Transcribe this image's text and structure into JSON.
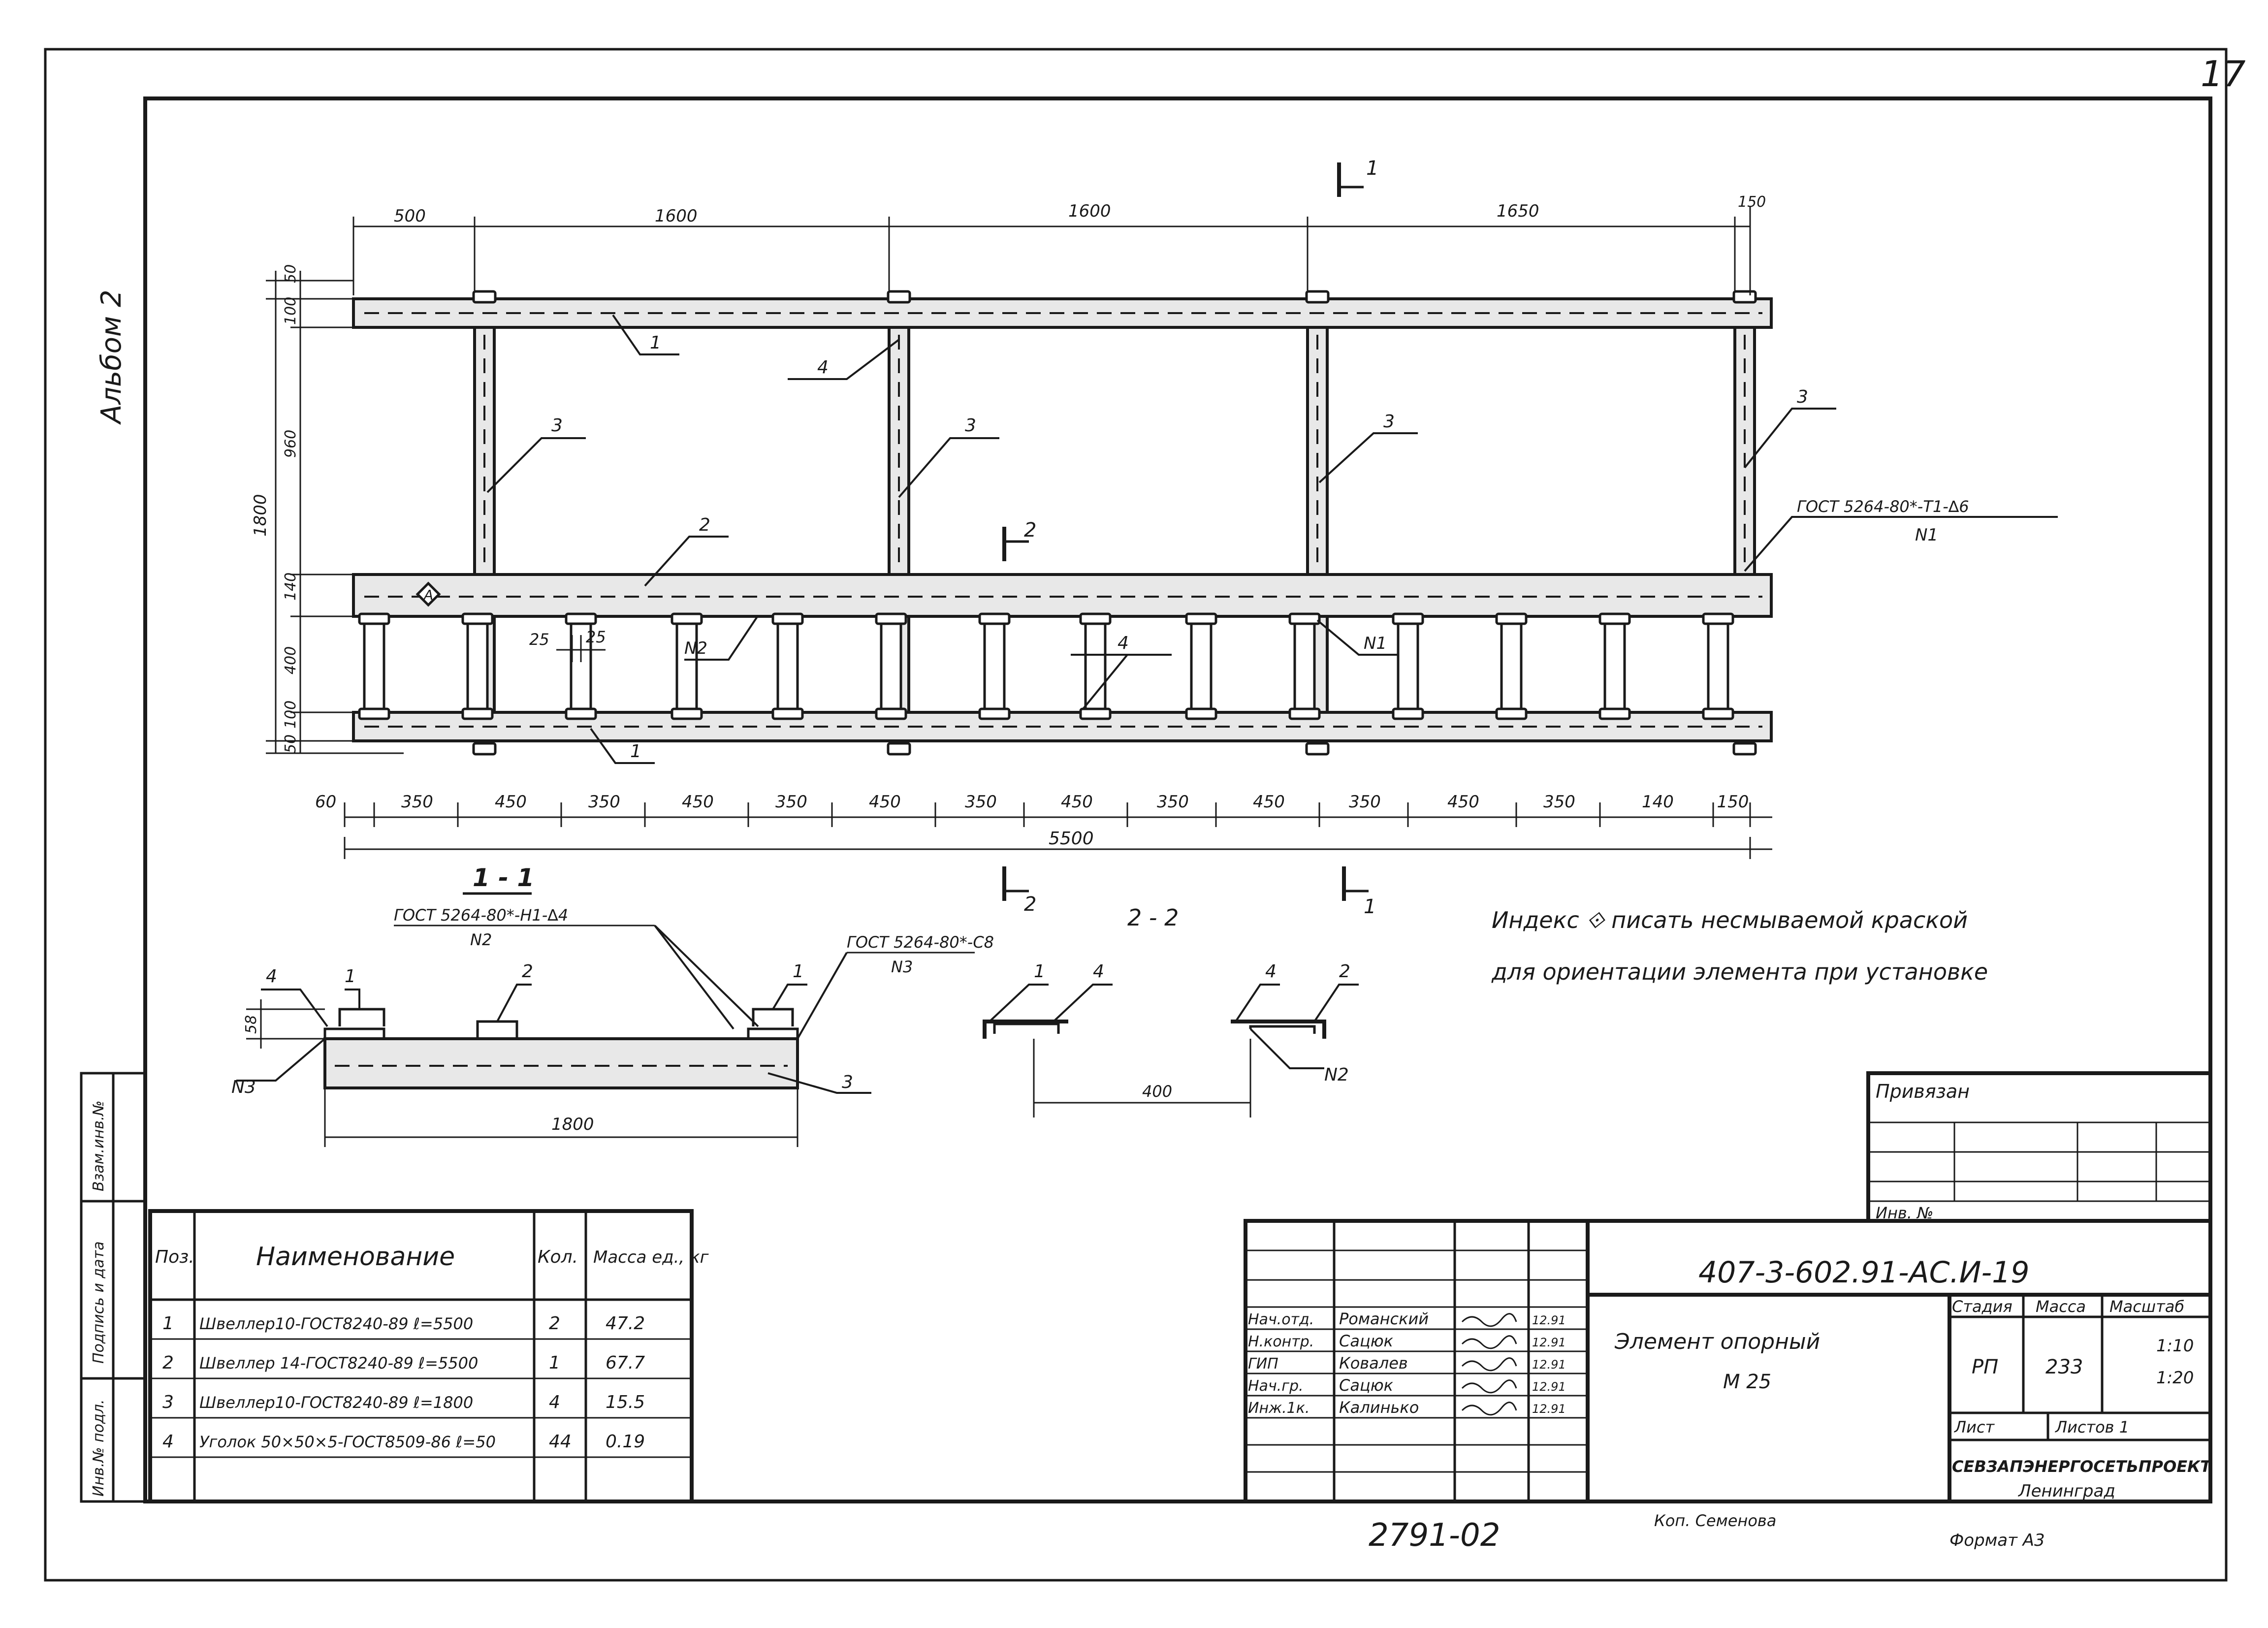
{
  "page": {
    "sheet_number": "17",
    "album": "Альбом 2",
    "drawing_number": "407-3-602.91-АС.И-19",
    "bottom_number": "2791-02",
    "copied_by": "Коп. Семенова",
    "format": "Формат А3"
  },
  "plan": {
    "top_dims": [
      "500",
      "1600",
      "1600",
      "1650",
      "150"
    ],
    "left_dims": [
      "50",
      "100",
      "960",
      "140",
      "400",
      "100",
      "50"
    ],
    "overall_height": "1800",
    "bottom_dims": [
      "60",
      "350",
      "450",
      "350",
      "450",
      "350",
      "450",
      "350",
      "450",
      "350",
      "450",
      "350",
      "450",
      "350",
      "140",
      "150"
    ],
    "overall_length": "5500",
    "gap_dims": [
      "25",
      "25"
    ],
    "callouts": [
      "1",
      "4",
      "3",
      "3",
      "3",
      "3",
      "2",
      "4",
      "1"
    ],
    "weld_note_top": "ГОСТ 5264-80*-Т1-∆6",
    "weld_note_bottom": "N1",
    "n1_label": "N1",
    "n2_label": "N2",
    "section_markers": [
      "1",
      "2",
      "2",
      "1"
    ]
  },
  "section_1_1": {
    "title": "1 - 1",
    "weld_left_top": "ГОСТ 5264-80*-Н1-∆4",
    "weld_left_bottom": "N2",
    "weld_right_top": "ГОСТ 5264-80*-С8",
    "weld_right_bottom": "N3",
    "callouts": [
      "4",
      "1",
      "2",
      "1",
      "3"
    ],
    "n3_label": "N3",
    "height_dim": "58",
    "width_dim": "1800"
  },
  "section_2_2": {
    "title": "2 - 2",
    "callouts": [
      "1",
      "4",
      "4",
      "2"
    ],
    "dim": "400",
    "n2_label": "N2"
  },
  "note": {
    "line1": "Индекс  ⟐  писать  несмываемой  краской",
    "line2": "для  ориентации  элемента  при установке"
  },
  "side_stamp": [
    "Инв.№ подл.",
    "Подпись и дата",
    "Взам.инв.№"
  ],
  "spec_table": {
    "headers": [
      "Поз.",
      "Наименование",
      "Кол.",
      "Масса ед., кг"
    ],
    "rows": [
      [
        "1",
        "Швеллер10-ГОСТ8240-89 ℓ=5500",
        "2",
        "47.2"
      ],
      [
        "2",
        "Швеллер 14-ГОСТ8240-89 ℓ=5500",
        "1",
        "67.7"
      ],
      [
        "3",
        "Швеллер10-ГОСТ8240-89 ℓ=1800",
        "4",
        "15.5"
      ],
      [
        "4",
        "Уголок 50×50×5-ГОСТ8509-86 ℓ=50",
        "44",
        "0.19"
      ]
    ]
  },
  "title_block": {
    "bound": "Привязан",
    "inv": "Инв. №",
    "code": "407-3-602.91-АС.И-19",
    "name_line1": "Элемент   опорный",
    "name_line2": "М 25",
    "roles": [
      "Нач.отд.",
      "Н.контр.",
      "ГИП",
      "Нач.гр.",
      "Инж.1к."
    ],
    "names": [
      "Романский",
      "Сацюк",
      "Ковалев",
      "Сацюк",
      "Калинько"
    ],
    "dates": [
      "12.91",
      "12.91",
      "12.91",
      "12.91",
      "12.91"
    ],
    "stage_header": "Стадия",
    "mass_header": "Масса",
    "scale_header": "Масштаб",
    "stage": "РП",
    "mass": "233",
    "scale1": "1:10",
    "scale2": "1:20",
    "sheet_label": "Лист",
    "sheets_label": "Листов 1",
    "org1": "СЕВЗАПЭНЕРГОСЕТЬПРОЕКТ",
    "org2": "Ленинград"
  }
}
